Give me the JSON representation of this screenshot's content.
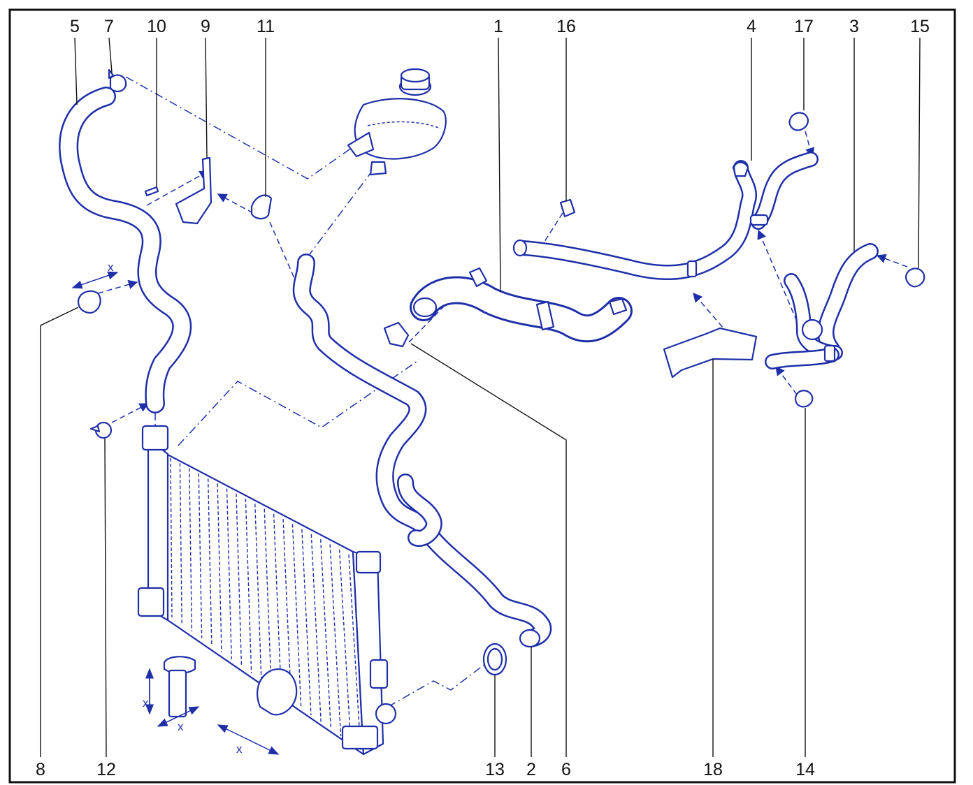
{
  "diagram": {
    "accent_color": "#1f2fa8",
    "dimension_label": "x",
    "callouts": [
      {
        "id": "callout-5",
        "label": "5"
      },
      {
        "id": "callout-7",
        "label": "7"
      },
      {
        "id": "callout-10",
        "label": "10"
      },
      {
        "id": "callout-9",
        "label": "9"
      },
      {
        "id": "callout-11",
        "label": "11"
      },
      {
        "id": "callout-1",
        "label": "1"
      },
      {
        "id": "callout-16",
        "label": "16"
      },
      {
        "id": "callout-4",
        "label": "4"
      },
      {
        "id": "callout-17",
        "label": "17"
      },
      {
        "id": "callout-3",
        "label": "3"
      },
      {
        "id": "callout-15",
        "label": "15"
      },
      {
        "id": "callout-8",
        "label": "8"
      },
      {
        "id": "callout-12",
        "label": "12"
      },
      {
        "id": "callout-13",
        "label": "13"
      },
      {
        "id": "callout-2",
        "label": "2"
      },
      {
        "id": "callout-6",
        "label": "6"
      },
      {
        "id": "callout-18",
        "label": "18"
      },
      {
        "id": "callout-14",
        "label": "14"
      }
    ]
  }
}
